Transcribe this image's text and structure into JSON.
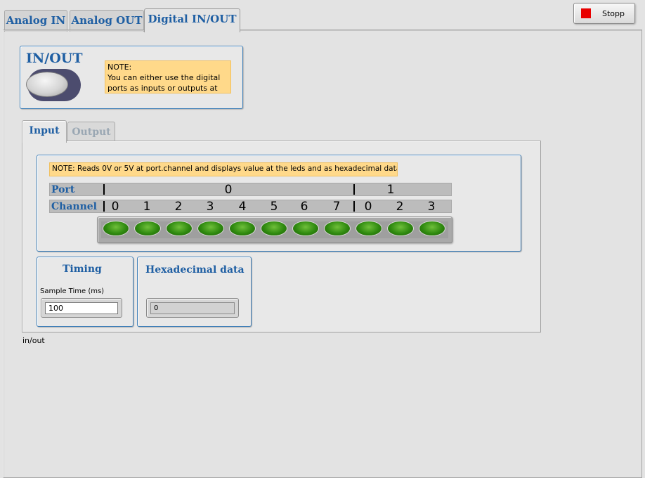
{
  "top_tabs": [
    {
      "label": "Analog IN"
    },
    {
      "label": "Analog OUT"
    },
    {
      "label": "Digital IN/OUT"
    }
  ],
  "stop_button": {
    "label": "Stopp",
    "led_color": "#e80000"
  },
  "inout_group": {
    "title": "IN/OUT",
    "note": "NOTE:\nYou can either use the digital\nports as inputs or outputs at the"
  },
  "inner_tabs": [
    {
      "label": "Input"
    },
    {
      "label": "Output"
    }
  ],
  "input_panel": {
    "note": "NOTE: Reads 0V or 5V at port.channel and displays value at the leds and as hexadecimal data.",
    "port_label": "Port",
    "channel_label": "Channel",
    "ports": [
      "0",
      "1"
    ],
    "channels": [
      "0",
      "1",
      "2",
      "3",
      "4",
      "5",
      "6",
      "7",
      "0",
      "2",
      "3"
    ],
    "led_count": 11,
    "led_color": "#2f8a0f"
  },
  "timing": {
    "title": "Timing",
    "sample_time_label": "Sample Time (ms)",
    "sample_time_value": "100"
  },
  "hex": {
    "title": "Hexadecimal data",
    "value": "0"
  },
  "footer_label": "in/out",
  "colors": {
    "accent": "#1f5fa3",
    "note_bg": "#ffd98a",
    "panel_border": "#3f7fb8"
  }
}
